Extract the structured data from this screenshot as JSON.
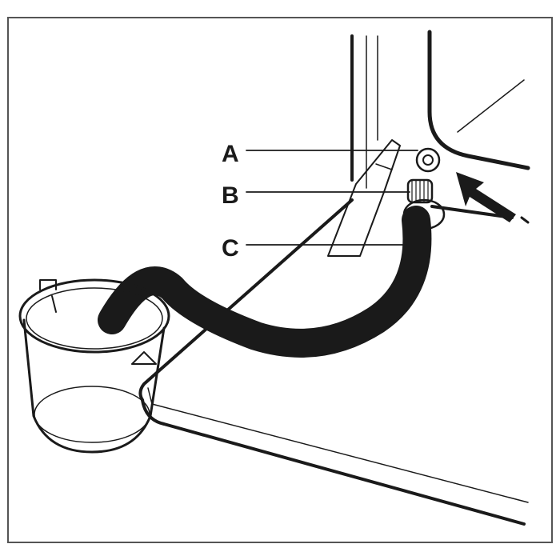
{
  "labels": {
    "a": "A",
    "b": "B",
    "c": "C"
  },
  "colors": {
    "line": "#1a1a1a",
    "background": "#ffffff",
    "frame": "#555555"
  }
}
